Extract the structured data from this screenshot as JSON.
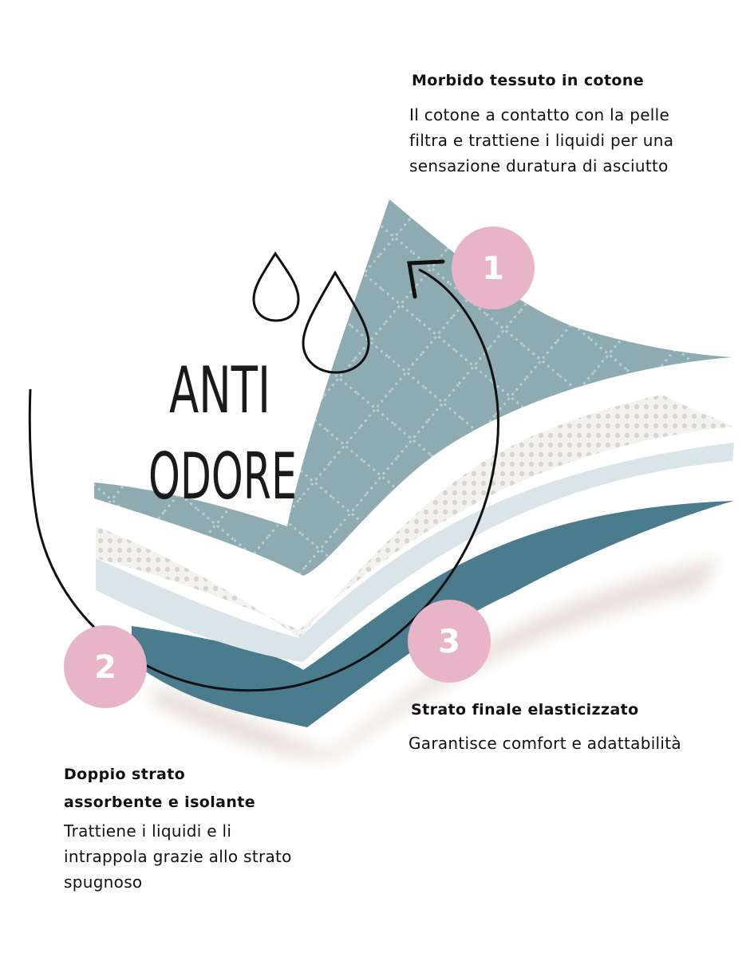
{
  "layer1": {
    "number": "1",
    "title": "Morbido tessuto in cotone",
    "lines": [
      "Il cotone a contatto con la pelle",
      "filtra e trattiene i liquidi per una",
      "sensazione duratura di asciutto"
    ]
  },
  "layer2": {
    "number": "2",
    "title_lines": [
      "Doppio strato",
      "assorbente e isolante"
    ],
    "lines": [
      "Trattiene i liquidi e li",
      "intrappola grazie allo strato",
      "spugnoso"
    ]
  },
  "layer3": {
    "number": "3",
    "title": "Strato finale elasticizzato",
    "lines": [
      "Garantisce comfort e adattabilità"
    ]
  },
  "badge": {
    "line1": "ANTI",
    "line2": "ODORE",
    "icon": "water-drops-icon"
  },
  "colors": {
    "top_layer": "#8eabb2",
    "middle_layer": "#f4f2ef",
    "middle_edge": "#d9e5e8",
    "bottom_layer": "#4a7c8e",
    "badge_pink": "#e8b4c8",
    "shadow": "#e3d9d2"
  }
}
